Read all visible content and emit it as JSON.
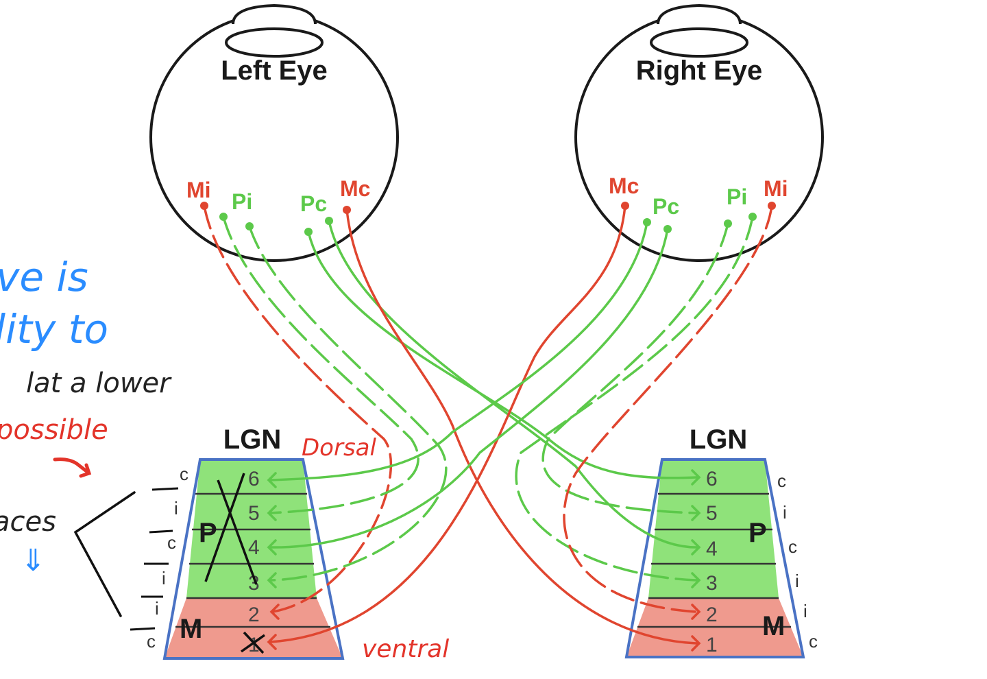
{
  "colors": {
    "magno": "#e0452f",
    "parvo": "#5cc94a",
    "parvo_fill": "#8fe27a",
    "magno_fill": "#ef9a8e",
    "lgn_border": "#4a72c4",
    "outline": "#1a1a1a",
    "note_blue": "#2a8cff",
    "note_red": "#e3342a",
    "note_black": "#222222"
  },
  "eyes": {
    "left": {
      "label": "Left Eye",
      "tags": [
        "Mi",
        "Pi",
        "Pc",
        "Mc"
      ]
    },
    "right": {
      "label": "Right Eye",
      "tags": [
        "Mc",
        "Pc",
        "Pi",
        "Mi"
      ]
    }
  },
  "lgn": {
    "left": {
      "title": "LGN",
      "p_label": "P",
      "m_label": "M",
      "layers": [
        "6",
        "5",
        "4",
        "3",
        "2",
        "1"
      ],
      "side_marks": [
        "c",
        "i",
        "c",
        "i",
        "i",
        "c"
      ]
    },
    "right": {
      "title": "LGN",
      "p_label": "P",
      "m_label": "M",
      "layers": [
        "6",
        "5",
        "4",
        "3",
        "2",
        "1"
      ],
      "side_marks": [
        "c",
        "i",
        "c",
        "i",
        "i",
        "c"
      ]
    }
  },
  "annotations": {
    "dorsal": "Dorsal",
    "ventral": "ventral",
    "blue_line1": "ve is",
    "blue_line2": "lity to",
    "black_line": "lat a lower",
    "red_line": "possible",
    "black_line2": "aces",
    "blue_arrow": "⇓"
  }
}
